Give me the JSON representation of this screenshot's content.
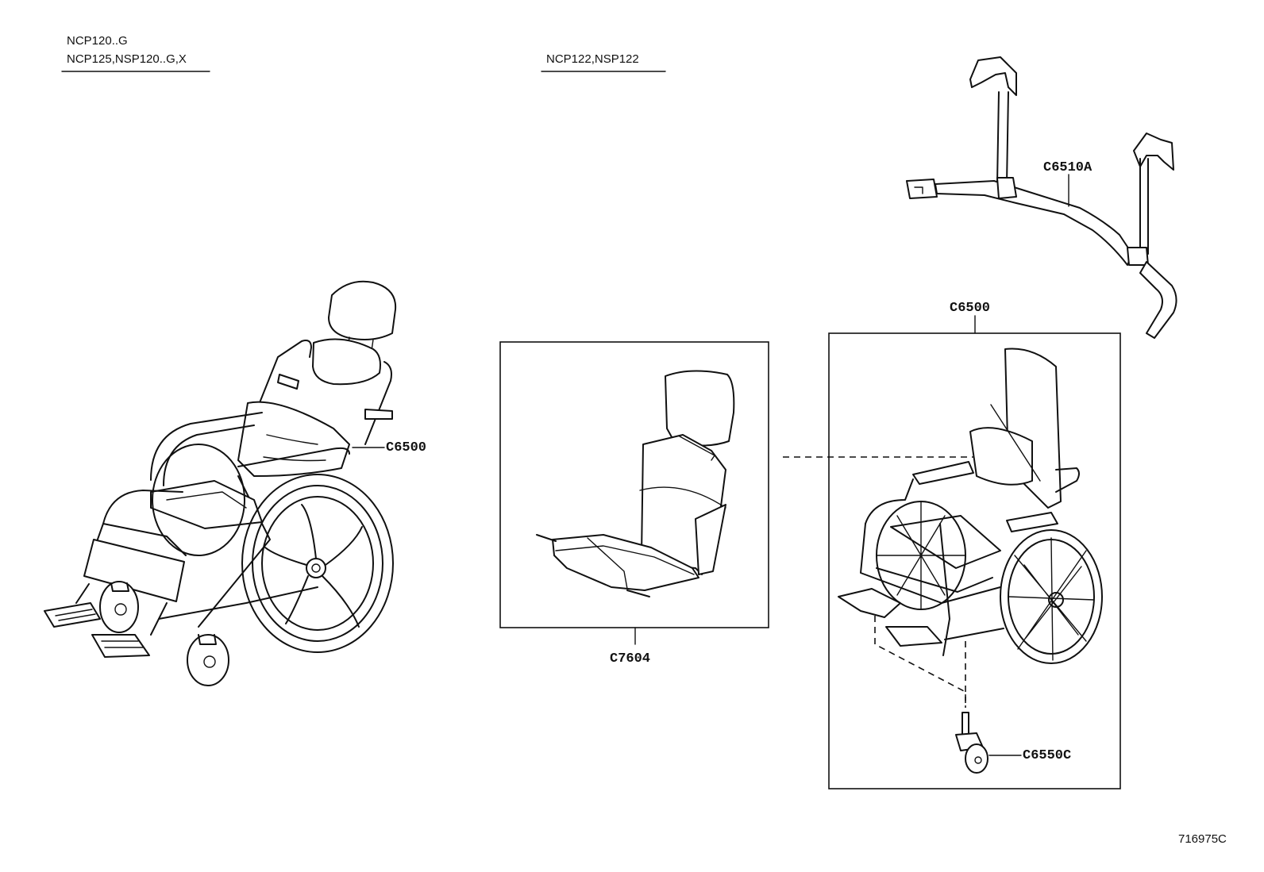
{
  "headers": {
    "left_line1": "NCP120..G",
    "left_line2": "NCP125,NSP120..G,X",
    "center": "NCP122,NSP122"
  },
  "callouts": {
    "wheelchair_left": "C6500",
    "strap_assembly": "C6510A",
    "wheelchair_box": "C6500",
    "seat_cushion": "C7604",
    "caster": "C6550C"
  },
  "drawing_id": "716975C"
}
